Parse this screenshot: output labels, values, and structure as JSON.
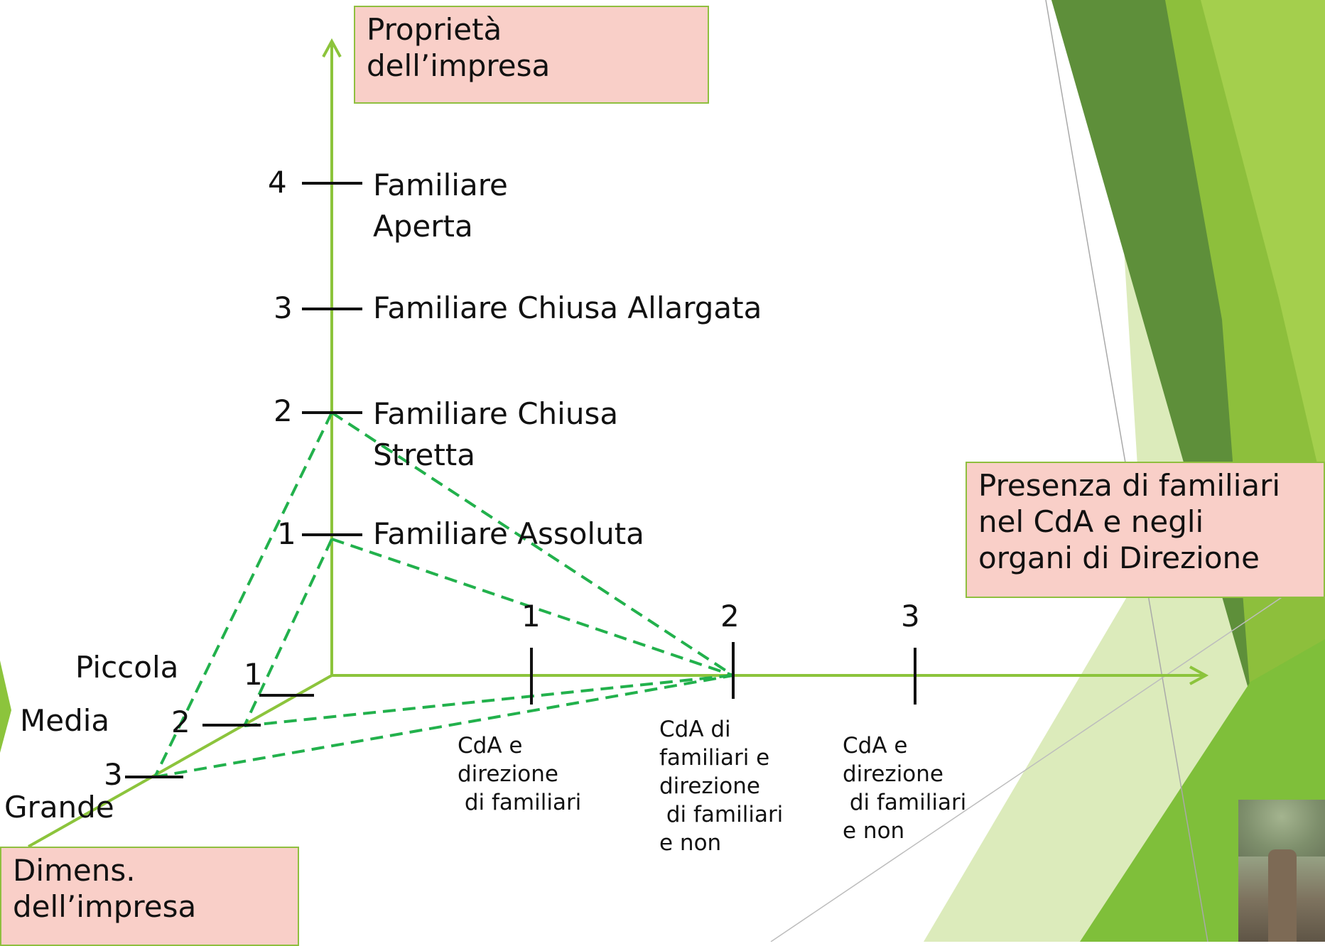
{
  "axes": {
    "vertical_title": "Proprietà\ndell’impresa",
    "horizontal_title": "Presenza di familiari\nnel CdA e negli\norgani di Direzione",
    "depth_title": "Dimens.\ndell’impresa"
  },
  "vertical_ticks": [
    {
      "num": "4",
      "label": "Familiare\nAperta"
    },
    {
      "num": "3",
      "label": "Familiare Chiusa Allargata"
    },
    {
      "num": "2",
      "label": "Familiare Chiusa\nStretta"
    },
    {
      "num": "1",
      "label": "Familiare Assoluta"
    }
  ],
  "horizontal_ticks": [
    {
      "num": "1",
      "label": "CdA e\ndirezione\n di familiari"
    },
    {
      "num": "2",
      "label": "CdA di\nfamiliari e\ndirezione\n di familiari\ne non"
    },
    {
      "num": "3",
      "label": "CdA e\ndirezione\n di familiari\ne non"
    }
  ],
  "depth_ticks": [
    {
      "num": "1",
      "label": "Piccola"
    },
    {
      "num": "2",
      "label": "Media"
    },
    {
      "num": "3",
      "label": "Grande"
    }
  ],
  "colors": {
    "axis": "#8cc43c",
    "dashed": "#22b14c",
    "box_fill": "#f9cfc8",
    "tick": "#111111",
    "theme_dark": "#5e8f3a",
    "theme_mid": "#86bb36",
    "theme_light": "#c9e29a"
  }
}
